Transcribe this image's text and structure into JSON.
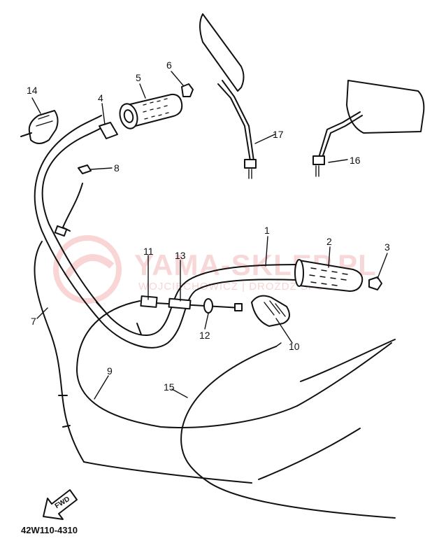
{
  "diagram": {
    "part_code": "42W110-4310",
    "fwd_label": "FWD",
    "watermark": {
      "main": "YAMA-SKLEP.PL",
      "sub": "WOJCIECHOWICZ | DROŻDŻ SPÓŁKA"
    },
    "callouts": [
      {
        "id": "c1",
        "label": "1"
      },
      {
        "id": "c2",
        "label": "2"
      },
      {
        "id": "c3",
        "label": "3"
      },
      {
        "id": "c4",
        "label": "4"
      },
      {
        "id": "c5",
        "label": "5"
      },
      {
        "id": "c6",
        "label": "6"
      },
      {
        "id": "c7",
        "label": "7"
      },
      {
        "id": "c8",
        "label": "8"
      },
      {
        "id": "c9",
        "label": "9"
      },
      {
        "id": "c10",
        "label": "10"
      },
      {
        "id": "c11",
        "label": "11"
      },
      {
        "id": "c12",
        "label": "12"
      },
      {
        "id": "c13",
        "label": "13"
      },
      {
        "id": "c14",
        "label": "14"
      },
      {
        "id": "c15",
        "label": "15"
      },
      {
        "id": "c16",
        "label": "16"
      },
      {
        "id": "c17",
        "label": "17"
      }
    ]
  }
}
